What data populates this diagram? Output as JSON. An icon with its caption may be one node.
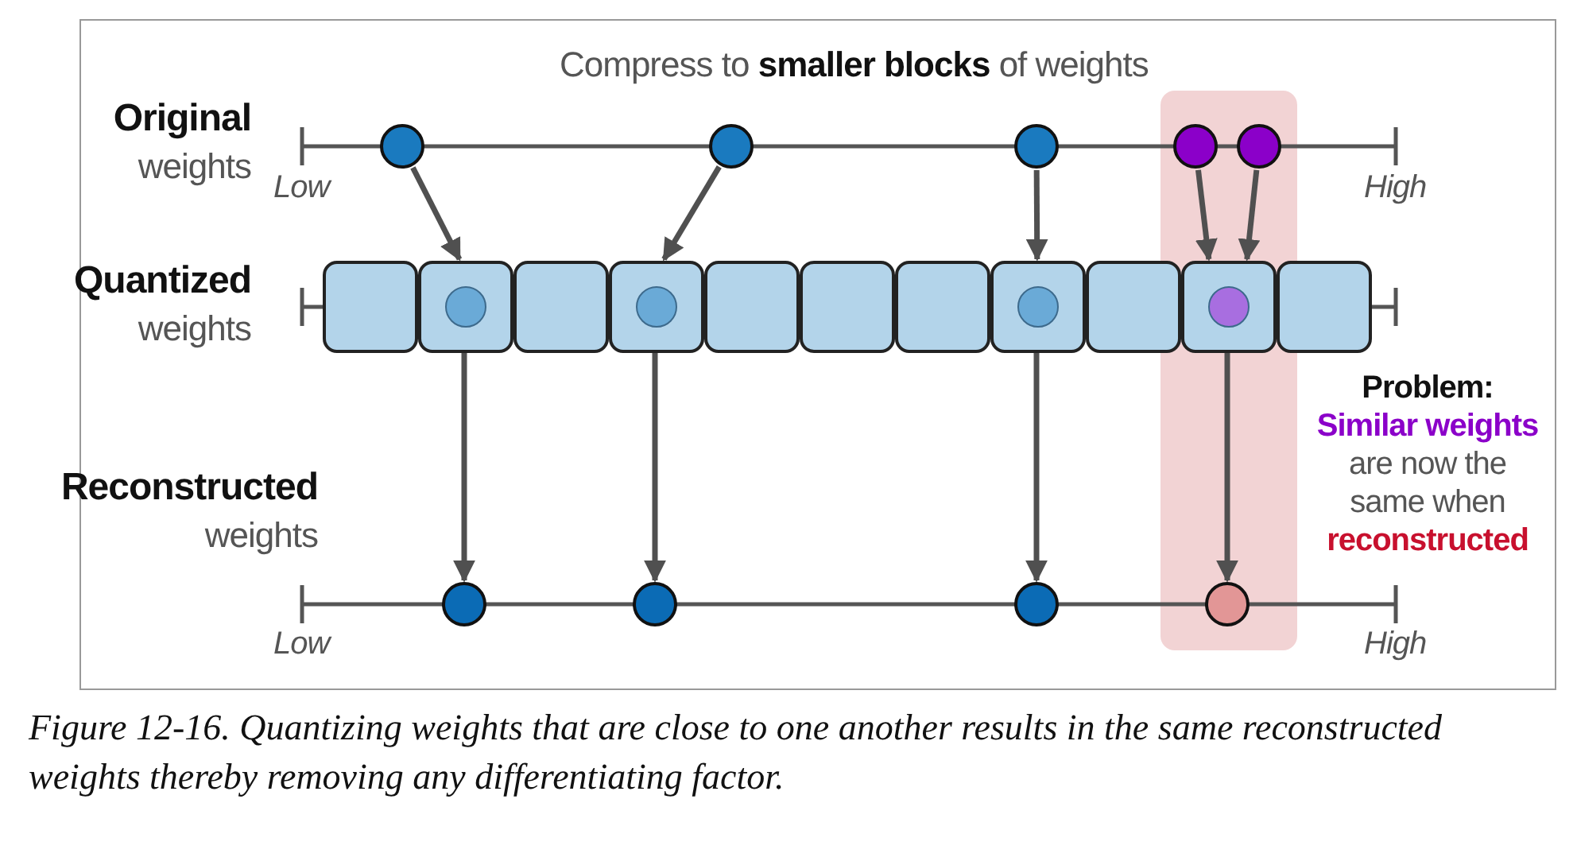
{
  "diagram": {
    "caption": "Figure 12-16. Quantizing weights that are close to one another results in the same reconstructed weights thereby removing any differentiating factor.",
    "nodes": [
      {
        "text": [],
        "shape": "circle"
      },
      {
        "text": [],
        "shape": "circle"
      },
      {
        "text": [],
        "shape": "circle"
      },
      {
        "text": [],
        "shape": "circle"
      },
      {
        "text": [],
        "shape": "circle"
      },
      {
        "text": [],
        "shape": "box"
      },
      {
        "text": [],
        "shape": "box"
      },
      {
        "text": [],
        "shape": "circle",
        "in": 6
      },
      {
        "text": [],
        "shape": "box"
      },
      {
        "text": [],
        "shape": "box"
      },
      {
        "text": [],
        "shape": "circle",
        "in": 9
      },
      {
        "text": [],
        "shape": "box"
      },
      {
        "text": [],
        "shape": "box"
      },
      {
        "text": [],
        "shape": "box"
      },
      {
        "text": [],
        "shape": "box"
      },
      {
        "text": [],
        "shape": "circle",
        "in": 14
      },
      {
        "text": [],
        "shape": "box"
      },
      {
        "text": [],
        "shape": "box"
      },
      {
        "text": [],
        "shape": "circle",
        "in": 17
      },
      {
        "text": [],
        "shape": "box"
      },
      {
        "text": [],
        "shape": "circle"
      },
      {
        "text": [],
        "shape": "circle"
      },
      {
        "text": [],
        "shape": "circle"
      },
      {
        "text": [],
        "shape": "circle"
      }
    ],
    "edges": [
      {
        "from": 0,
        "to": 6,
        "arrow": "to"
      },
      {
        "from": 1,
        "to": 9,
        "arrow": "to"
      },
      {
        "from": 2,
        "to": 14,
        "arrow": "to"
      },
      {
        "from": 3,
        "to": 17,
        "arrow": "to"
      },
      {
        "from": 4,
        "to": 17,
        "arrow": "to"
      },
      {
        "from": 6,
        "to": 20,
        "arrow": "to"
      },
      {
        "from": 9,
        "to": 21,
        "arrow": "to"
      },
      {
        "from": 14,
        "to": 22,
        "arrow": "to"
      },
      {
        "from": 17,
        "to": 23,
        "arrow": "to"
      }
    ],
    "labels": [
      "Compress to **smaller blocks** of weights",
      "**Original** weights",
      "Low",
      "High",
      "**Quantized** weights",
      "**Problem:** **Similar weights** are now the same when **reconstructed**",
      "**Reconstructed** weights",
      "Low",
      "High"
    ]
  }
}
